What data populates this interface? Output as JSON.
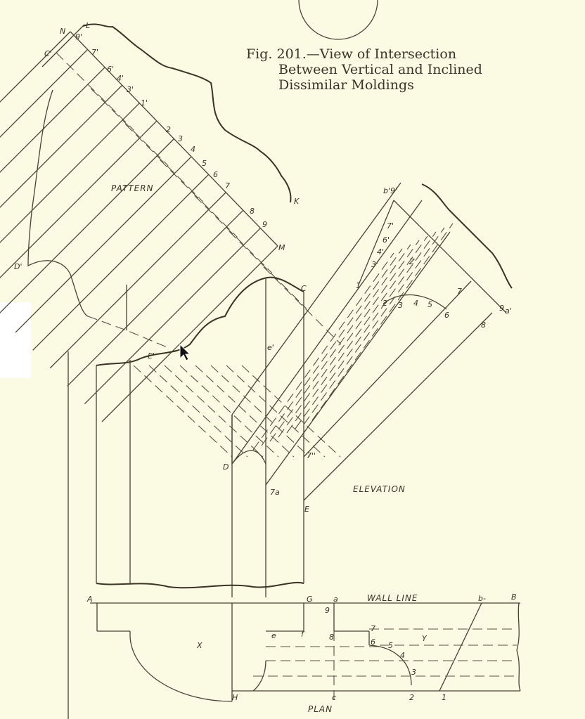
{
  "caption": {
    "line1": "Fig. 201.—View of Intersection",
    "line2": "Between Vertical and Inclined",
    "line3": "Dissimilar Moldings"
  },
  "pattern": {
    "title": "PATTERN",
    "labels": [
      "N",
      "L",
      "9'",
      "C'",
      "7'",
      "6'",
      "4'",
      "3'",
      "1'",
      "2",
      "3",
      "4",
      "5",
      "6",
      "7",
      "8",
      "9",
      "K",
      "M",
      "D'",
      "E'"
    ]
  },
  "elevation": {
    "title": "ELEVATION",
    "labels": [
      "b'9'",
      "7'",
      "6'",
      "4'",
      "3'",
      "1",
      "Z",
      "2",
      "3",
      "4",
      "5",
      "6",
      "7",
      "9",
      "a'",
      "8",
      "C",
      "e'",
      "D",
      "7''",
      "7a",
      "E"
    ]
  },
  "plan": {
    "title": "PLAN",
    "wall_line": "WALL LINE",
    "labels": [
      "A",
      "G",
      "a",
      "b-",
      "B",
      "9",
      "X",
      "e",
      "f",
      "8",
      "7",
      "6",
      "5",
      "4",
      "3",
      "Y",
      "H",
      "c",
      "2",
      "1"
    ]
  }
}
